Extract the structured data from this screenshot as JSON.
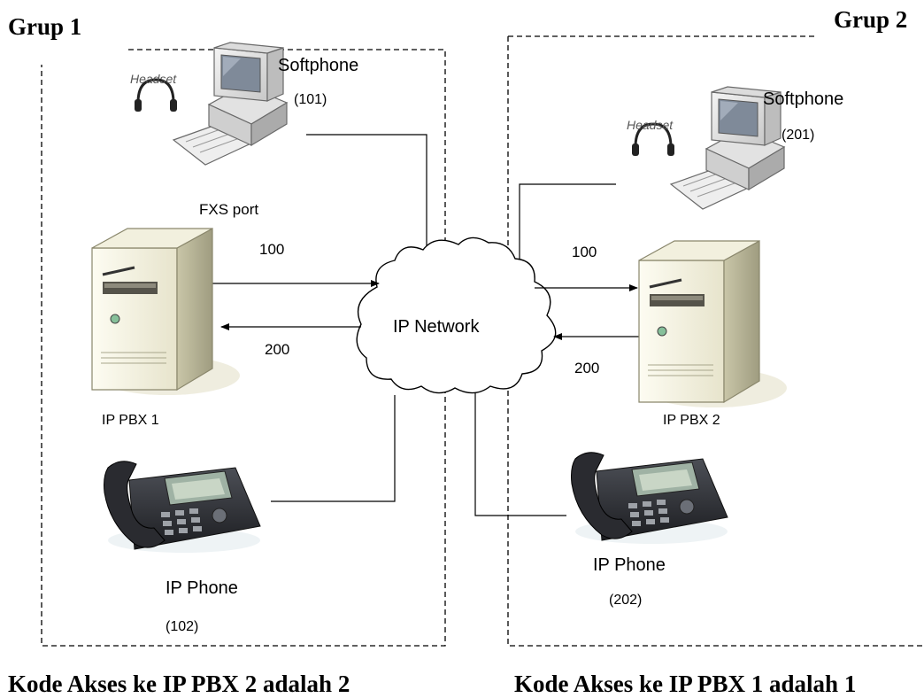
{
  "groups": {
    "group1": "Grup 1",
    "group2": "Grup 2"
  },
  "left": {
    "softphone_label": "Softphone",
    "softphone_ext": "(101)",
    "headset_label": "Headset",
    "fxs_label": "FXS port",
    "link_out": "100",
    "link_in": "200",
    "pbx_label": "IP PBX 1",
    "phone_label": "IP Phone",
    "phone_ext": "(102)"
  },
  "right": {
    "softphone_label": "Softphone",
    "softphone_ext": "(201)",
    "headset_label": "Headset",
    "link_out": "100",
    "link_in": "200",
    "pbx_label": "IP PBX 2",
    "phone_label": "IP Phone",
    "phone_ext": "(202)"
  },
  "network_label": "IP Network",
  "captions": {
    "left": "Kode Akses ke IP PBX 2 adalah 2",
    "right": "Kode Akses ke IP PBX 1 adalah 1"
  }
}
